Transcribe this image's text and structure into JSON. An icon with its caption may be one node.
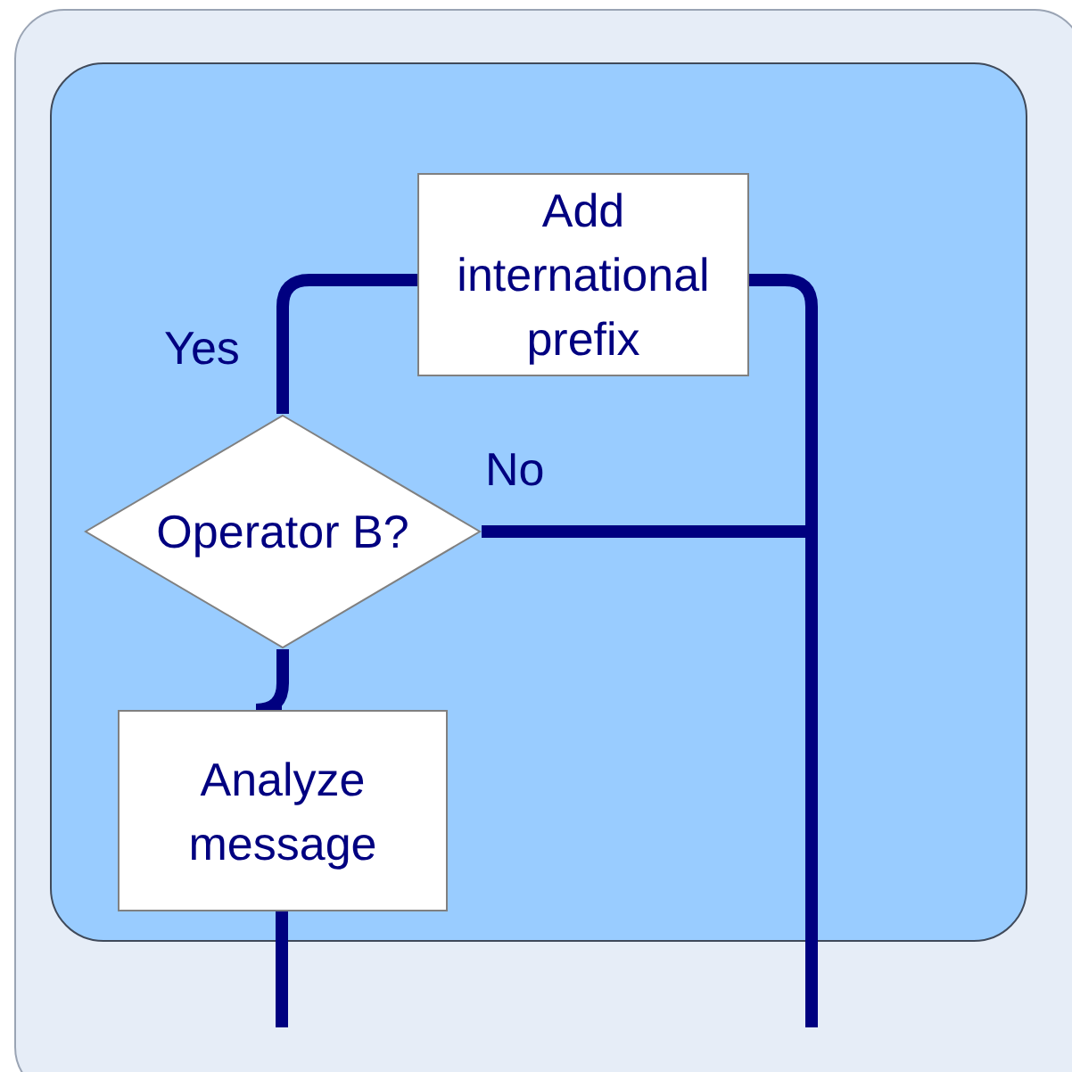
{
  "diagram": {
    "nodes": [
      {
        "text": [
          "Add international prefix"
        ]
      },
      {
        "text": [
          "Operator B?"
        ]
      },
      {
        "text": [
          "Analyze message"
        ]
      }
    ],
    "edges": [
      {
        "from": 1,
        "to": 0,
        "arrow": "none",
        "label": "Yes"
      },
      {
        "from": 0,
        "to": null,
        "arrow": "none"
      },
      {
        "from": 1,
        "to": null,
        "arrow": "none",
        "label": "No"
      },
      {
        "from": 1,
        "to": 2,
        "arrow": "none"
      },
      {
        "from": 2,
        "to": null,
        "arrow": "none"
      }
    ]
  }
}
